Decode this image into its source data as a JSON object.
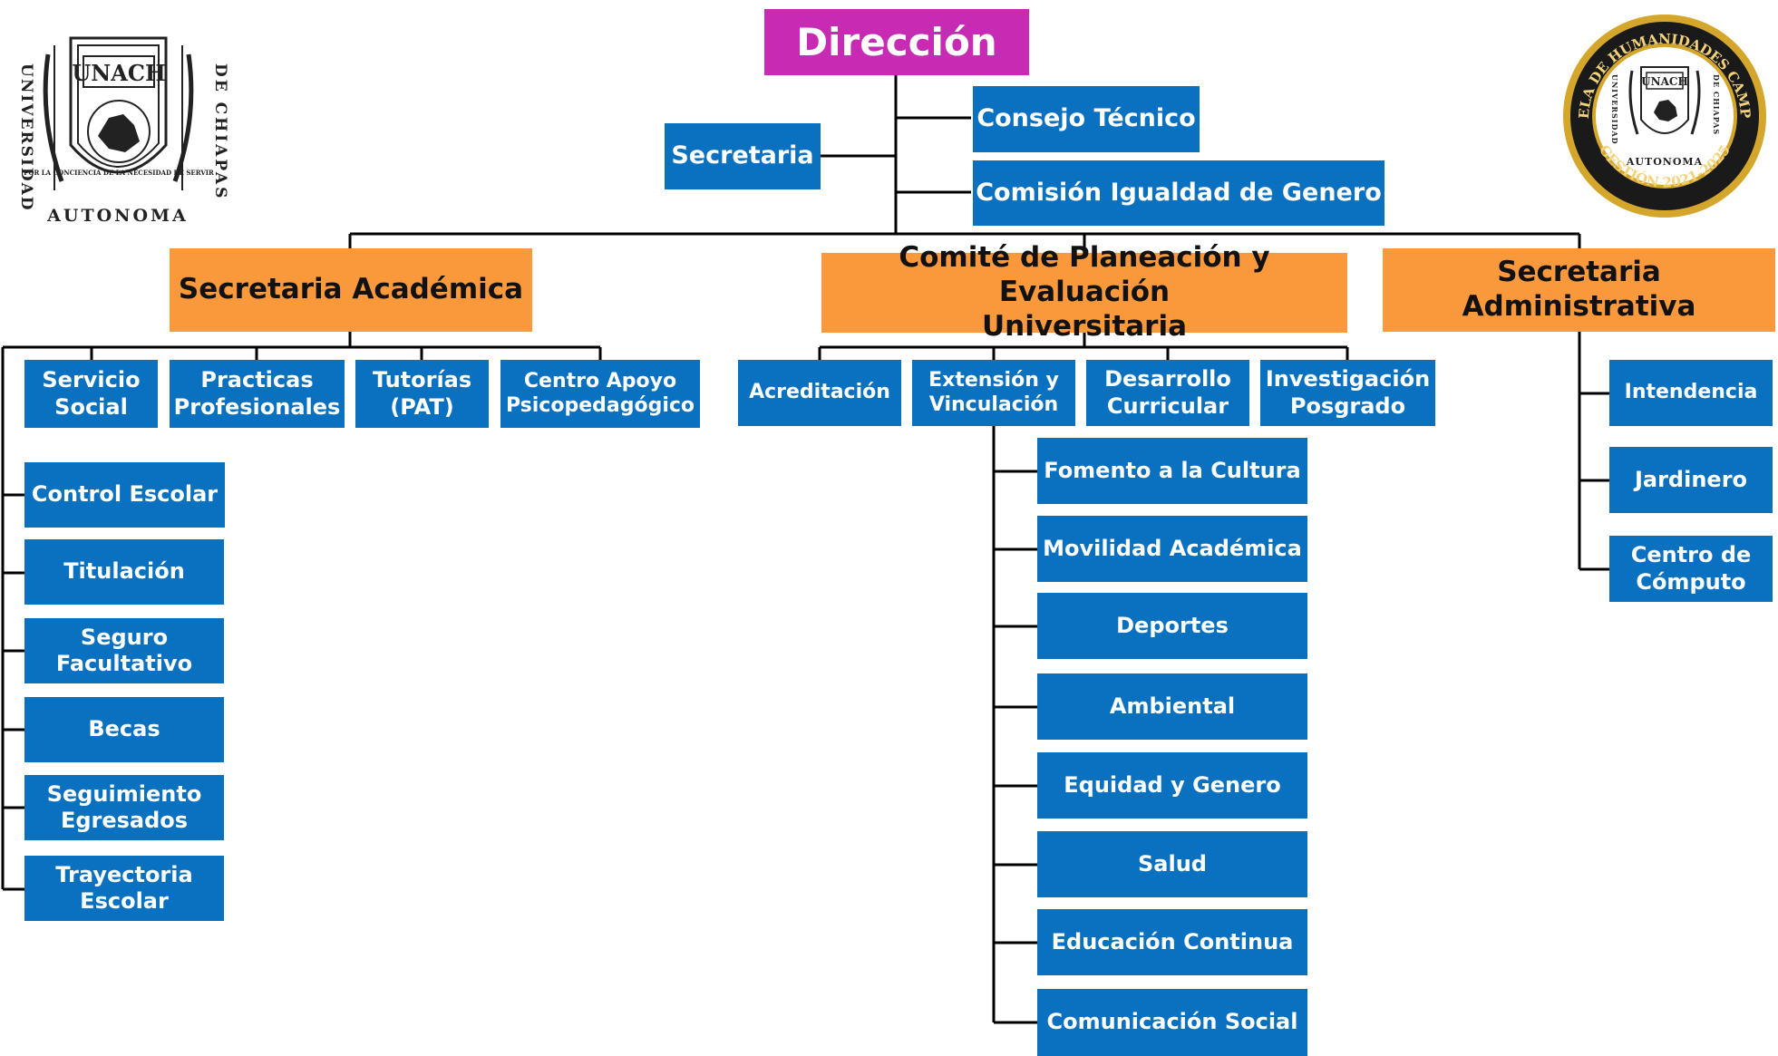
{
  "logos": {
    "left": {
      "crest": "UNACH",
      "left_vertical": "UNIVERSIDAD",
      "right_vertical": "DE CHIAPAS",
      "bottom": "AUTONOMA",
      "motto": "POR LA CONCIENCIA DE LA NECESIDAD DE SERVIR"
    },
    "right": {
      "ring_top": "ESCUELA DE HUMANIDADES CAMPUS IV",
      "ring_bottom": "GESTIÓN 2021-2025",
      "crest": "UNACH",
      "left_vertical": "UNIVERSIDAD",
      "right_vertical": "DE CHIAPAS",
      "bottom": "AUTONOMA"
    }
  },
  "direccion": "Dirección",
  "staff": {
    "secretaria": "Secretaria",
    "consejo": "Consejo Técnico",
    "comision": "Comisión Igualdad de Genero"
  },
  "level2": {
    "academica": "Secretaria Académica",
    "comite": [
      "Comité de Planeación y Evaluación",
      "Universitaria"
    ],
    "administrativa": "Secretaria Administrativa"
  },
  "academica": {
    "row": [
      [
        "Servicio",
        "Social"
      ],
      [
        "Practicas",
        "Profesionales"
      ],
      [
        "Tutorías",
        "(PAT)"
      ],
      [
        "Centro Apoyo",
        "Psicopedagógico"
      ]
    ],
    "column": [
      [
        "Control Escolar"
      ],
      [
        "Titulación"
      ],
      [
        "Seguro",
        "Facultativo"
      ],
      [
        "Becas"
      ],
      [
        "Seguimiento",
        "Egresados"
      ],
      [
        "Trayectoria",
        "Escolar"
      ]
    ]
  },
  "comite": {
    "row": [
      [
        "Acreditación"
      ],
      [
        "Extensión y",
        "Vinculación"
      ],
      [
        "Desarrollo",
        "Curricular"
      ],
      [
        "Investigación",
        "Posgrado"
      ]
    ],
    "extension": [
      "Fomento a la Cultura",
      "Movilidad Académica",
      "Deportes",
      "Ambiental",
      "Equidad y Genero",
      "Salud",
      "Educación Continua",
      "Comunicación Social"
    ]
  },
  "administrativa": {
    "column": [
      [
        "Intendencia"
      ],
      [
        "Jardinero"
      ],
      [
        "Centro de",
        "Cómputo"
      ]
    ]
  },
  "colors": {
    "blue": "#0a70c0",
    "orange": "#f9993b",
    "magenta": "#c72ab3",
    "line": "#000000",
    "gold": "#d4a72c"
  }
}
